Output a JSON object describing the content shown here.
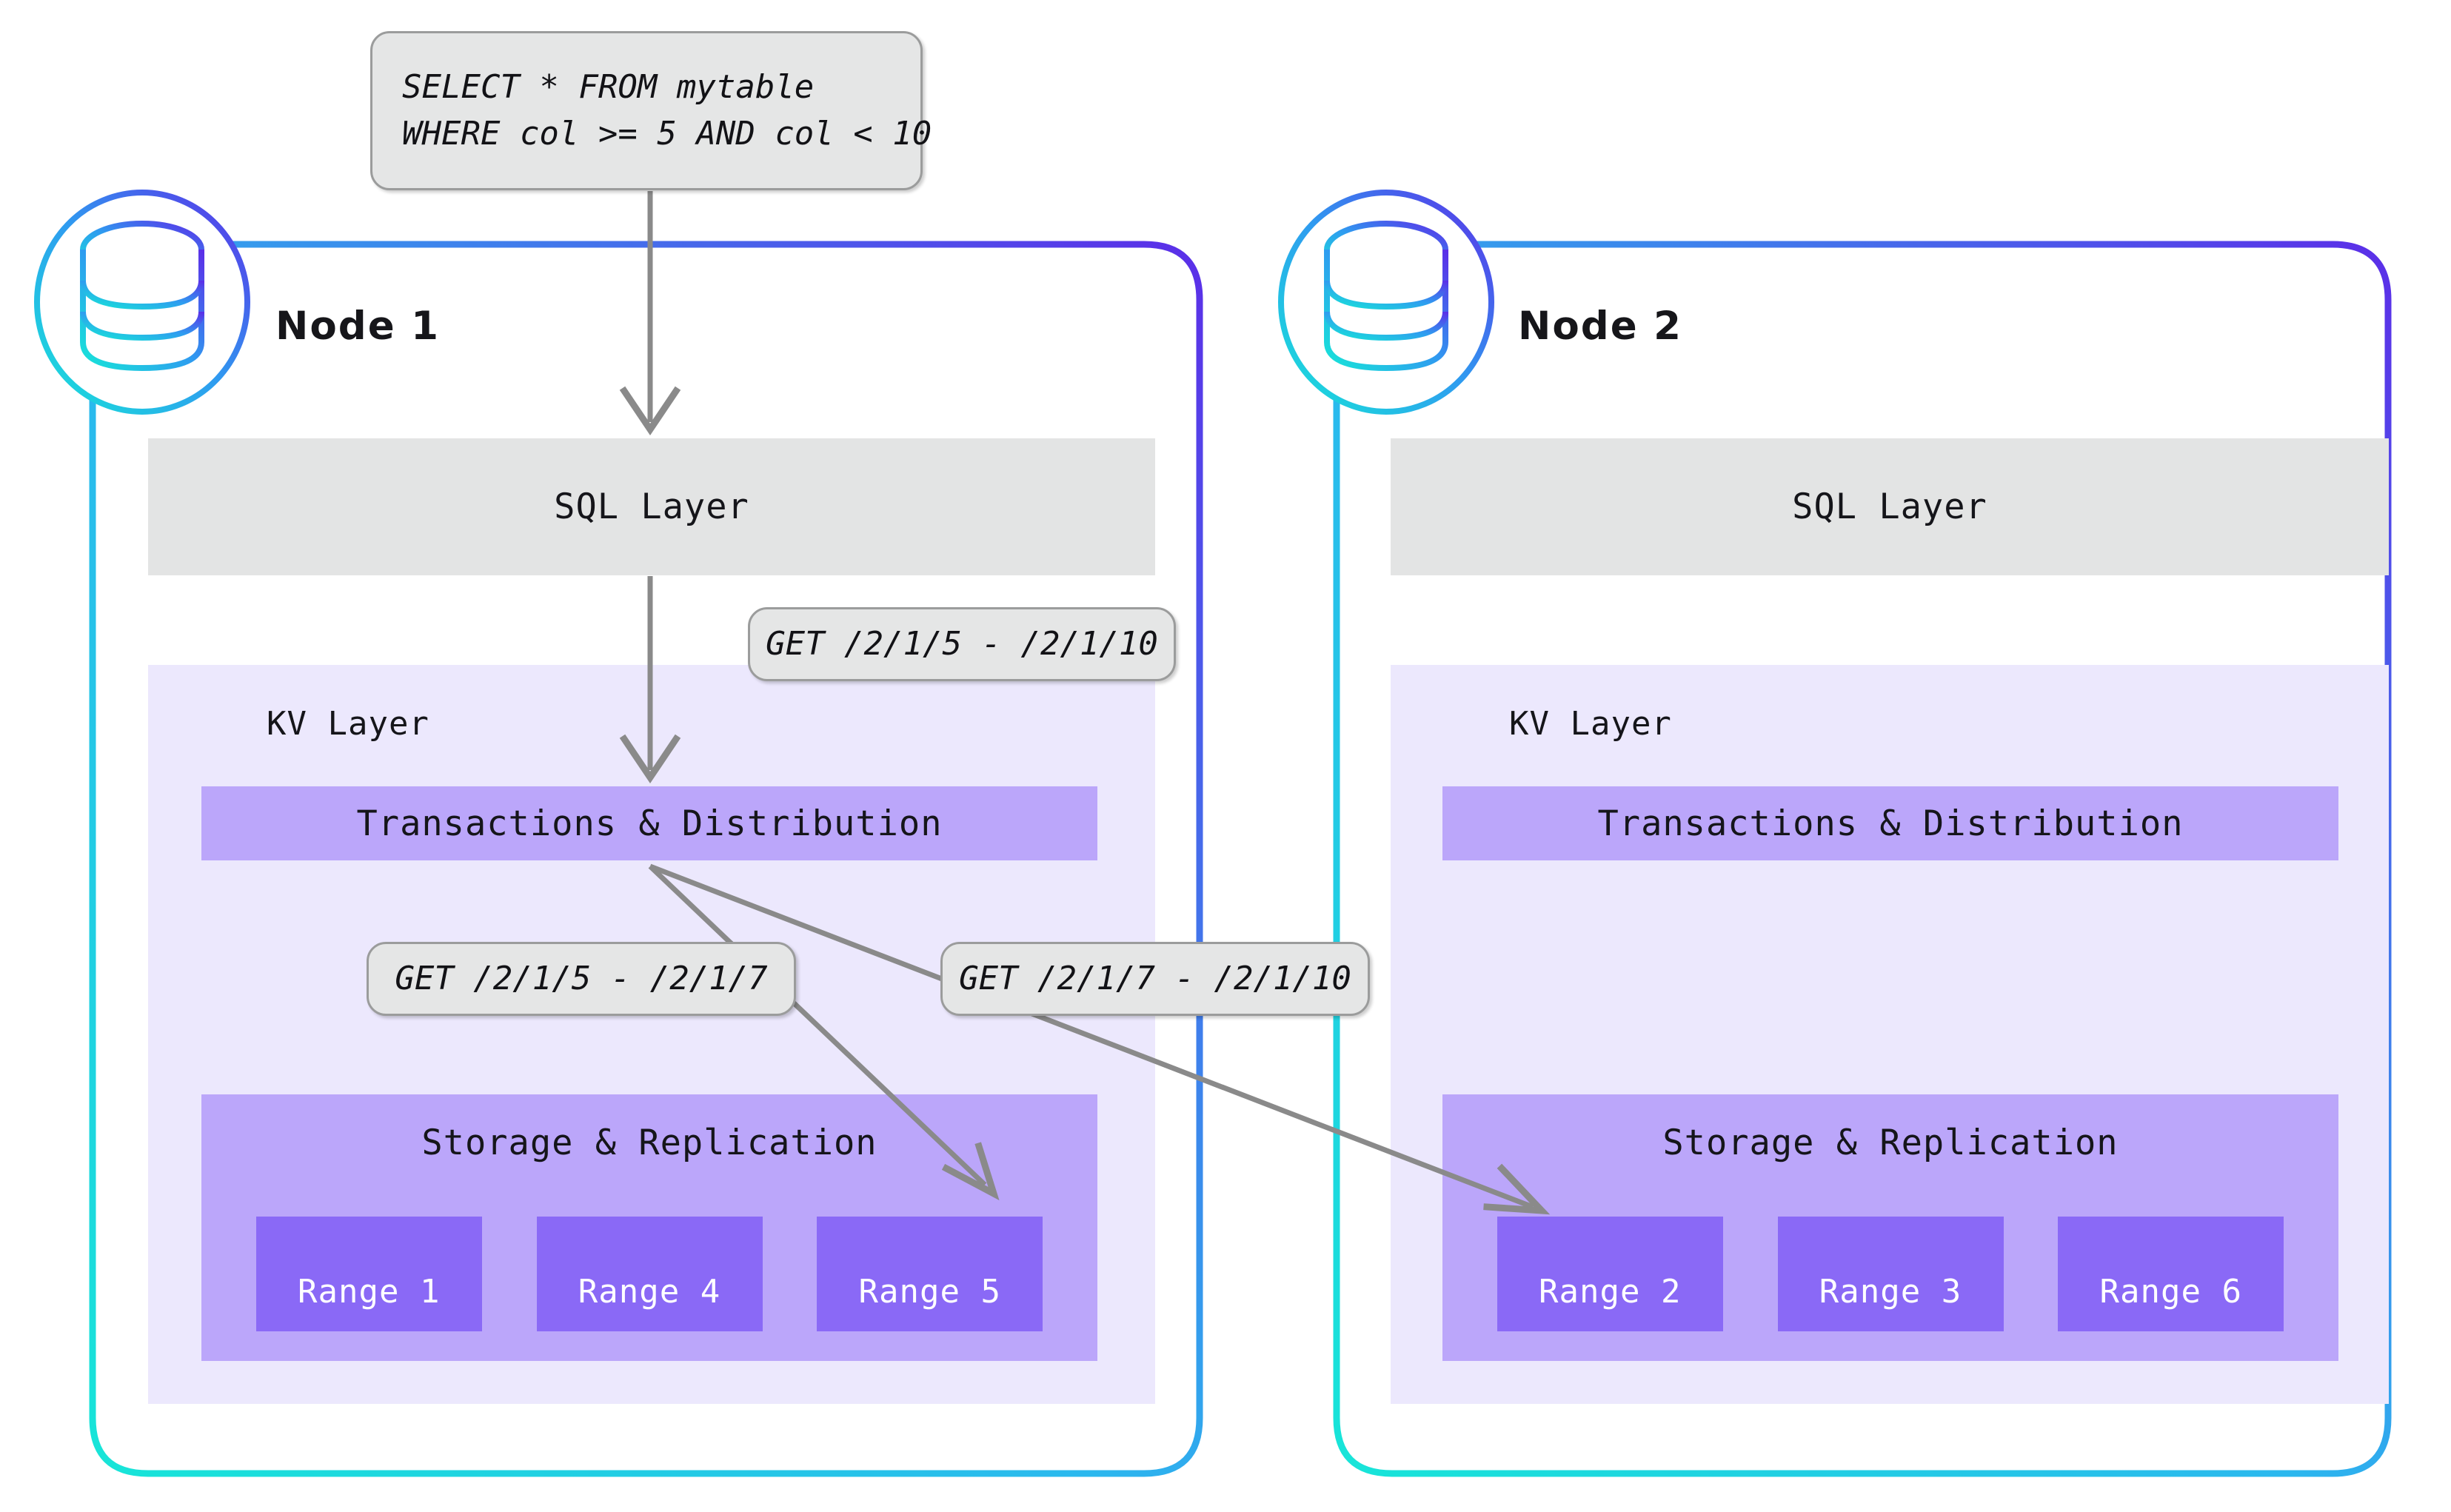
{
  "diagram": {
    "title": "CockroachDB distributed SQL query routing across two nodes",
    "query_bubble": {
      "line1": "SELECT * FROM mytable",
      "line2": "WHERE col >= 5 AND col < 10"
    },
    "callouts": [
      {
        "name": "sql-to-kv",
        "text": "GET /2/1/5 - /2/1/10"
      },
      {
        "name": "kv-to-local-range",
        "text": "GET /2/1/5 - /2/1/7"
      },
      {
        "name": "kv-to-remote-range",
        "text": "GET /2/1/7 - /2/1/10"
      }
    ],
    "nodes": [
      {
        "id": "node-1",
        "label": "Node 1",
        "sql_layer_label": "SQL Layer",
        "kv_layer_label": "KV Layer",
        "transactions_label": "Transactions & Distribution",
        "storage_label": "Storage & Replication",
        "ranges": [
          "Range 1",
          "Range 4",
          "Range 5"
        ]
      },
      {
        "id": "node-2",
        "label": "Node 2",
        "sql_layer_label": "SQL Layer",
        "kv_layer_label": "KV Layer",
        "transactions_label": "Transactions & Distribution",
        "storage_label": "Storage & Replication",
        "ranges": [
          "Range 2",
          "Range 3",
          "Range 6"
        ]
      }
    ],
    "colors": {
      "node_border_start": "#17e5d8",
      "node_border_end": "#5b2ee8",
      "sql_layer_bg": "#e3e4e4",
      "kv_panel_bg": "#ece8fd",
      "transactions_bg": "#bba6fa",
      "storage_bg": "#bba6fa",
      "range_bg": "#8a69f6",
      "bubble_bg": "#e5e6e6",
      "bubble_border": "#9b9c9c",
      "arrow": "#8a8a8a",
      "text": "#15151a",
      "range_text": "#ffffff",
      "page_bg": "#ffffff"
    },
    "icons": {
      "database": "database-cylinder-icon"
    }
  }
}
